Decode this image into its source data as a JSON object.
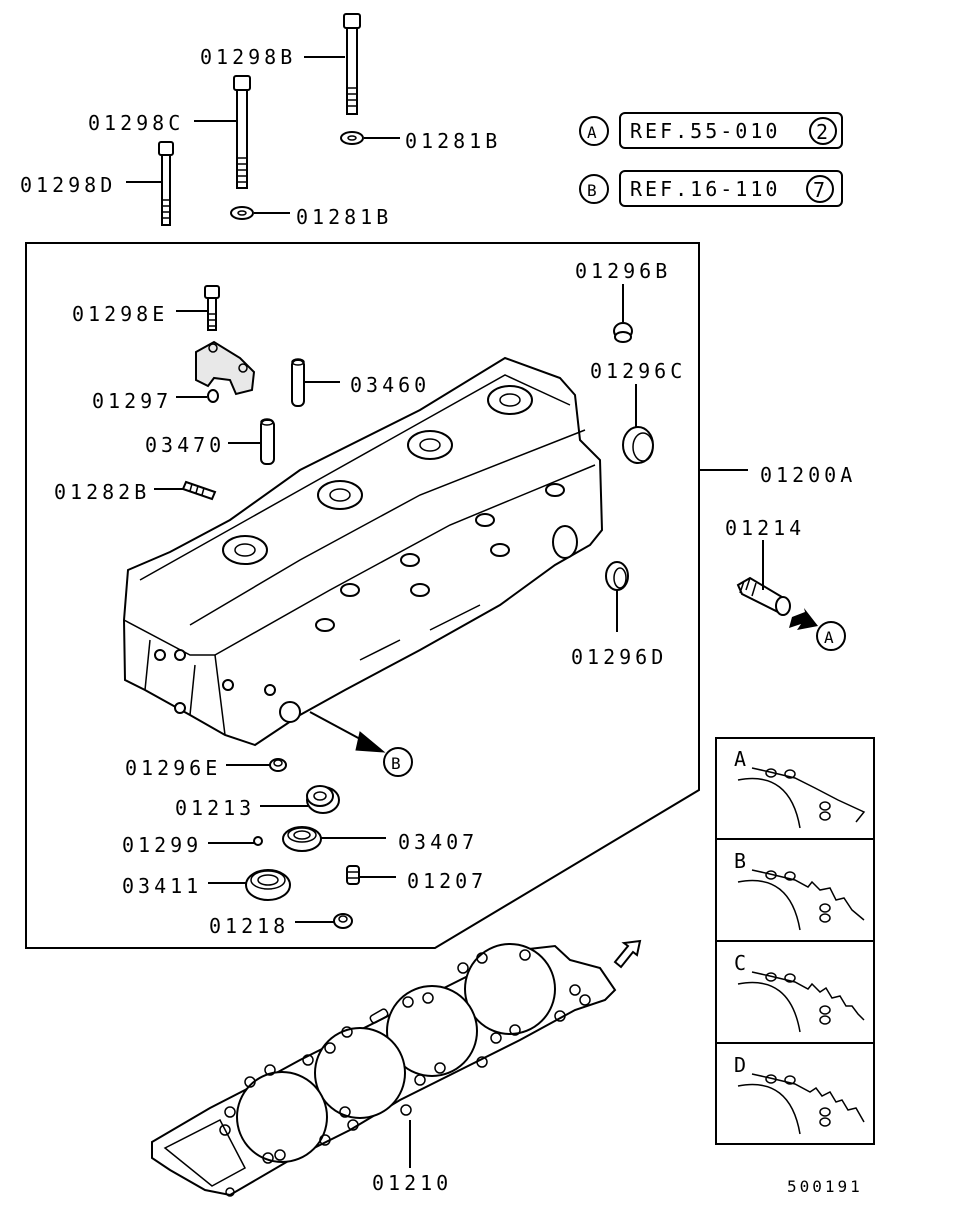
{
  "callouts": {
    "p01298B": "01298B",
    "p01298C": "01298C",
    "p01298D": "01298D",
    "p01281B_top": "01281B",
    "p01281B_bottom": "01281B",
    "p01296B": "01296B",
    "p01296C": "01296C",
    "p01298E": "01298E",
    "p03460": "03460",
    "p01297": "01297",
    "p03470": "03470",
    "p01282B": "01282B",
    "p01200A": "01200A",
    "p01214": "01214",
    "p01296D": "01296D",
    "p01296E": "01296E",
    "p01213": "01213",
    "p01299": "01299",
    "p03407": "03407",
    "p03411": "03411",
    "p01207": "01207",
    "p01218": "01218",
    "p01210": "01210"
  },
  "references": [
    {
      "marker": "A",
      "text": "REF.55-010",
      "number": "2"
    },
    {
      "marker": "B",
      "text": "REF.16-110",
      "number": "7"
    }
  ],
  "arrow_markers": {
    "a": "A",
    "b": "B"
  },
  "variants": [
    "A",
    "B",
    "C",
    "D"
  ],
  "diagram_id": "500191"
}
